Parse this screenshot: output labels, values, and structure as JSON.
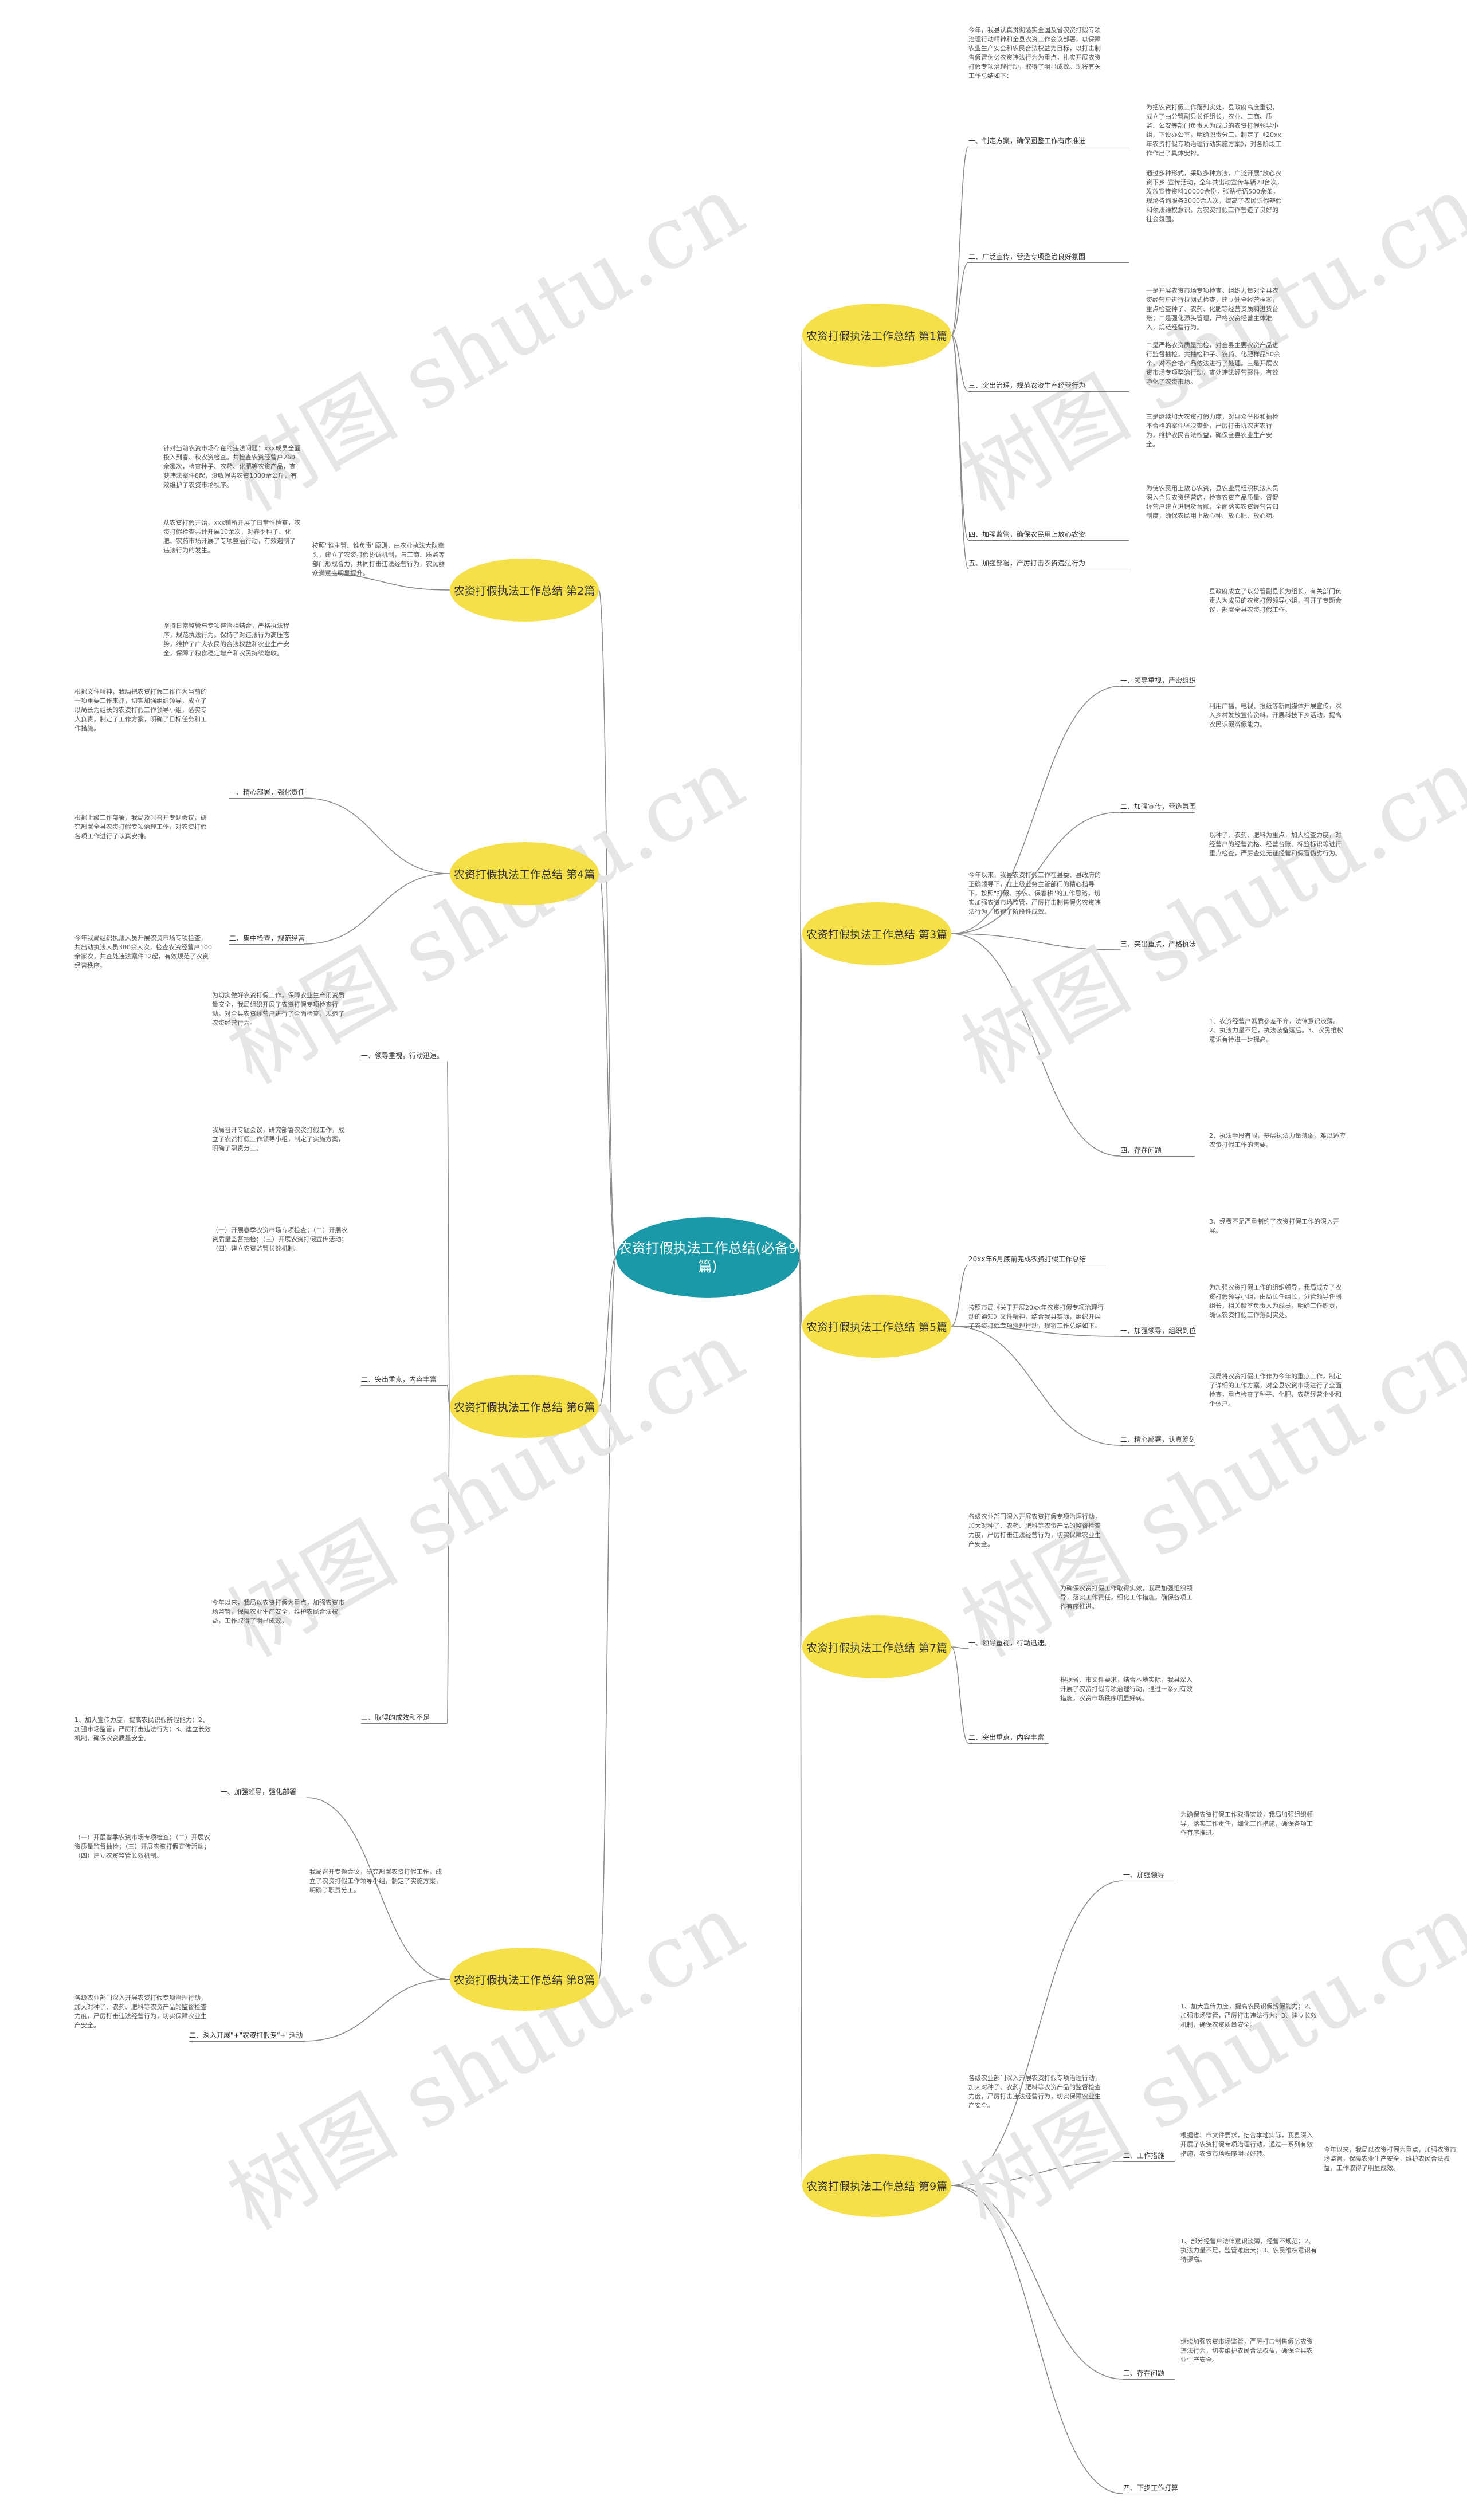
{
  "root": {
    "title": "农资打假执法工作总结(必备9篇)"
  },
  "branches": [
    {
      "id": "b1",
      "title": "农资打假执法工作总结 第1篇"
    },
    {
      "id": "b2",
      "title": "农资打假执法工作总结 第2篇"
    },
    {
      "id": "b3",
      "title": "农资打假执法工作总结 第3篇"
    },
    {
      "id": "b4",
      "title": "农资打假执法工作总结 第4篇"
    },
    {
      "id": "b5",
      "title": "农资打假执法工作总结 第5篇"
    },
    {
      "id": "b6",
      "title": "农资打假执法工作总结 第6篇"
    },
    {
      "id": "b7",
      "title": "农资打假执法工作总结 第7篇"
    },
    {
      "id": "b8",
      "title": "农资打假执法工作总结 第8篇"
    },
    {
      "id": "b9",
      "title": "农资打假执法工作总结 第9篇"
    }
  ],
  "sub_labels": [
    {
      "id": "b1a",
      "text": "一、制定方案，确保圆整工作有序推进"
    },
    {
      "id": "b1b",
      "text": "二、广泛宣传，营造专项整治良好氛围"
    },
    {
      "id": "b1c",
      "text": "三、突出治理，规范农资生产经营行为"
    },
    {
      "id": "b1d",
      "text": "四、加强监管，确保农民用上放心农资"
    },
    {
      "id": "b1e",
      "text": "五、加强部署，严厉打击农资违法行为"
    },
    {
      "id": "b3a",
      "text": "一、领导重视，严密组织"
    },
    {
      "id": "b3b",
      "text": "二、加强宣传，营造氛围"
    },
    {
      "id": "b3c",
      "text": "三、突出重点，严格执法"
    },
    {
      "id": "b3d",
      "text": "四、存在问题"
    },
    {
      "id": "b4a",
      "text": "一、精心部署，强化责任"
    },
    {
      "id": "b4b",
      "text": "二、集中检查，规范经营"
    },
    {
      "id": "b5a",
      "text": "一、加强领导，组织到位"
    },
    {
      "id": "b5b",
      "text": "二、精心部署，认真筹划"
    },
    {
      "id": "b6a",
      "text": "一、领导重视，行动迅速。"
    },
    {
      "id": "b6b",
      "text": "二、突出重点，内容丰富"
    },
    {
      "id": "b6c",
      "text": "三、取得的成效和不足"
    },
    {
      "id": "b7a",
      "text": "一、领导重视，行动迅速。"
    },
    {
      "id": "b7b",
      "text": "二、突出重点，内容丰富"
    },
    {
      "id": "b8a",
      "text": "一、加强领导，强化部署"
    },
    {
      "id": "b8b",
      "text": "二、深入开展\"+\"农资打假专\"+\"活动"
    },
    {
      "id": "b9a",
      "text": "一、加强领导"
    },
    {
      "id": "b9b",
      "text": "二、工作措施"
    },
    {
      "id": "b9c",
      "text": "三、存在问题"
    },
    {
      "id": "b9d",
      "text": "四、下步工作打算"
    },
    {
      "id": "b5intro",
      "text": "20xx年6月底前完成农资打假工作总结"
    }
  ],
  "notes": [
    {
      "id": "n1",
      "text": "今年，我县认真贯彻落实全国及省农资打假专项治理行动精神和全县农资工作会议部署，以保障农业生产安全和农民合法权益为目标，以打击制售假冒伪劣农资违法行为为重点，扎实开展农资打假专项治理行动，取得了明显成效。现将有关工作总结如下："
    },
    {
      "id": "n2",
      "text": "为把农资打假工作落到实处，县政府高度重视，成立了由分管副县长任组长，农业、工商、质监、公安等部门负责人为成员的农资打假领导小组，下设办公室，明确职责分工，制定了《20xx年农资打假专项治理行动实施方案》，对各阶段工作作出了具体安排。"
    },
    {
      "id": "n3",
      "text": "通过多种形式，采取多种方法，广泛开展\"放心农资下乡\"宣传活动，全年共出动宣传车辆28台次，发放宣传资料10000余份，张贴标语500余条，现场咨询服务3000余人次，提高了农民识假辨假和依法维权意识，为农资打假工作营造了良好的社会氛围。"
    },
    {
      "id": "n4",
      "text": "一是开展农资市场专项检查。组织力量对全县农资经营户进行拉网式检查，建立健全经营档案，重点检查种子、农药、化肥等经营资质和进货台账；二是强化源头管理，严格农资经营主体准入，规范经营行为。"
    },
    {
      "id": "n5",
      "text": "二是严格农资质量抽检，对全县主要农资产品进行监督抽检，共抽检种子、农药、化肥样品50余个，对不合格产品依法进行了处理。三是开展农资市场专项整治行动，查处违法经营案件，有效净化了农资市场。"
    },
    {
      "id": "n6",
      "text": "三是继续加大农资打假力度，对群众举报和抽检不合格的案件坚决查处，严厉打击坑农害农行为，维护农民合法权益，确保全县农业生产安全。"
    },
    {
      "id": "n7",
      "text": "为使农民用上放心农资，县农业局组织执法人员深入全县农资经营店，检查农资产品质量，督促经营户建立进销货台账，全面落实农资经营告知制度，确保农民用上放心种、放心肥、放心药。"
    },
    {
      "id": "n8",
      "text": "针对当前农资市场存在的违法问题：xxx成员全面投入到春、秋农资检查。共检查农资经营户260余家次，检查种子、农药、化肥等农资产品，查获违法案件8起，没收假劣农资1000余公斤，有效维护了农资市场秩序。"
    },
    {
      "id": "n9",
      "text": "从农资打假开始，xxx镇所开展了日常性检查，农资打假检查共计开展10余次，对春季种子、化肥、农药市场开展了专项整治行动，有效遏制了违法行为的发生。"
    },
    {
      "id": "n10",
      "text": "按照\"谁主管、谁负责\"原则，由农业执法大队牵头，建立了农资打假协调机制，与工商、质监等部门形成合力，共同打击违法经营行为，农民群众满意度明显提升。"
    },
    {
      "id": "n11",
      "text": "坚持日常监管与专项整治相结合，严格执法程序，规范执法行为。保持了对违法行为高压态势，维护了广大农民的合法权益和农业生产安全，保障了粮食稳定增产和农民持续增收。"
    },
    {
      "id": "n12",
      "text": "根据文件精神，我局把农资打假工作作为当前的一项重要工作来抓，切实加强组织领导，成立了以局长为组长的农资打假工作领导小组，落实专人负责，制定了工作方案，明确了目标任务和工作措施。"
    },
    {
      "id": "n13",
      "text": "根据上级工作部署，我局及时召开专题会议，研究部署全县农资打假专项治理工作，对农资打假各项工作进行了认真安排。"
    },
    {
      "id": "n14",
      "text": "今年我局组织执法人员开展农资市场专项检查，共出动执法人员300余人次，检查农资经营户100余家次，共查处违法案件12起，有效规范了农资经营秩序。"
    },
    {
      "id": "n15",
      "text": "今年以来，我县农资打假工作在县委、县政府的正确领导下，在上级业务主管部门的精心指导下，按照\"打假、护农、保春耕\"的工作思路，切实加强农资市场监管，严厉打击制售假劣农资违法行为，取得了阶段性成效。"
    },
    {
      "id": "n16",
      "text": "县政府成立了以分管副县长为组长，有关部门负责人为成员的农资打假领导小组，召开了专题会议，部署全县农资打假工作。"
    },
    {
      "id": "n17",
      "text": "利用广播、电视、报纸等新闻媒体开展宣传，深入乡村发放宣传资料，开展科技下乡活动，提高农民识假辨假能力。"
    },
    {
      "id": "n18",
      "text": "以种子、农药、肥料为重点，加大检查力度，对经营户的经营资格、经营台账、标签标识等进行重点检查，严厉查处无证经营和假冒伪劣行为。"
    },
    {
      "id": "n19",
      "text": "1、农资经营户素质参差不齐，法律意识淡薄。2、执法力量不足，执法装备落后。3、农民维权意识有待进一步提高。"
    },
    {
      "id": "n20",
      "text": "2、执法手段有限，基层执法力量薄弱，难以适应农资打假工作的需要。"
    },
    {
      "id": "n21",
      "text": "3、经费不足严重制约了农资打假工作的深入开展。"
    },
    {
      "id": "n22",
      "text": "为加强农资打假工作的组织领导，我局成立了农资打假领导小组，由局长任组长，分管领导任副组长，相关股室负责人为成员，明确工作职责，确保农资打假工作落到实处。"
    },
    {
      "id": "n23",
      "text": "我局将农资打假工作作为今年的重点工作，制定了详细的工作方案，对全县农资市场进行了全面检查，重点检查了种子、化肥、农药经营企业和个体户。"
    },
    {
      "id": "n24",
      "text": "按照市局《关于开展20xx年农资打假专项治理行动的通知》文件精神，结合我县实际，组织开展了农资打假专项治理行动，现将工作总结如下。"
    },
    {
      "id": "n25",
      "text": "为切实做好农资打假工作，保障农业生产用资质量安全，我局组织开展了农资打假专项检查行动，对全县农资经营户进行了全面检查，规范了农资经营行为。"
    },
    {
      "id": "n26",
      "text": "我局召开专题会议，研究部署农资打假工作，成立了农资打假工作领导小组，制定了实施方案，明确了职责分工。"
    },
    {
      "id": "n27",
      "text": "（一）开展春季农资市场专项检查；（二）开展农资质量监督抽检；（三）开展农资打假宣传活动；（四）建立农资监管长效机制。"
    },
    {
      "id": "n28",
      "text": "今年以来，我局以农资打假为重点，加强农资市场监管，保障农业生产安全，维护农民合法权益，工作取得了明显成效。"
    },
    {
      "id": "n29",
      "text": "为确保农资打假工作取得实效，我局加强组织领导，落实工作责任，细化工作措施，确保各项工作有序推进。"
    },
    {
      "id": "n30",
      "text": "根据省、市文件要求，结合本地实际，我县深入开展了农资打假专项治理行动，通过一系列有效措施，农资市场秩序明显好转。"
    },
    {
      "id": "n31",
      "text": "各级农业部门深入开展农资打假专项治理行动，加大对种子、农药、肥料等农资产品的监督检查力度，严厉打击违法经营行为，切实保障农业生产安全。"
    },
    {
      "id": "n32",
      "text": "1、加大宣传力度，提高农民识假辨假能力；2、加强市场监管，严厉打击违法行为；3、建立长效机制，确保农资质量安全。"
    },
    {
      "id": "n33",
      "text": "1、部分经营户法律意识淡薄，经营不规范；2、执法力量不足，监管难度大；3、农民维权意识有待提高。"
    },
    {
      "id": "n34",
      "text": "继续加强农资市场监管，严厉打击制售假劣农资违法行为，切实维护农民合法权益，确保全县农业生产安全。"
    }
  ],
  "colors": {
    "root": "#1a99a8",
    "branch": "#f5e04a",
    "line": "#8a8a8a",
    "watermark": "#e6e6e6"
  },
  "watermark": {
    "text": "树图 shutu.cn"
  }
}
